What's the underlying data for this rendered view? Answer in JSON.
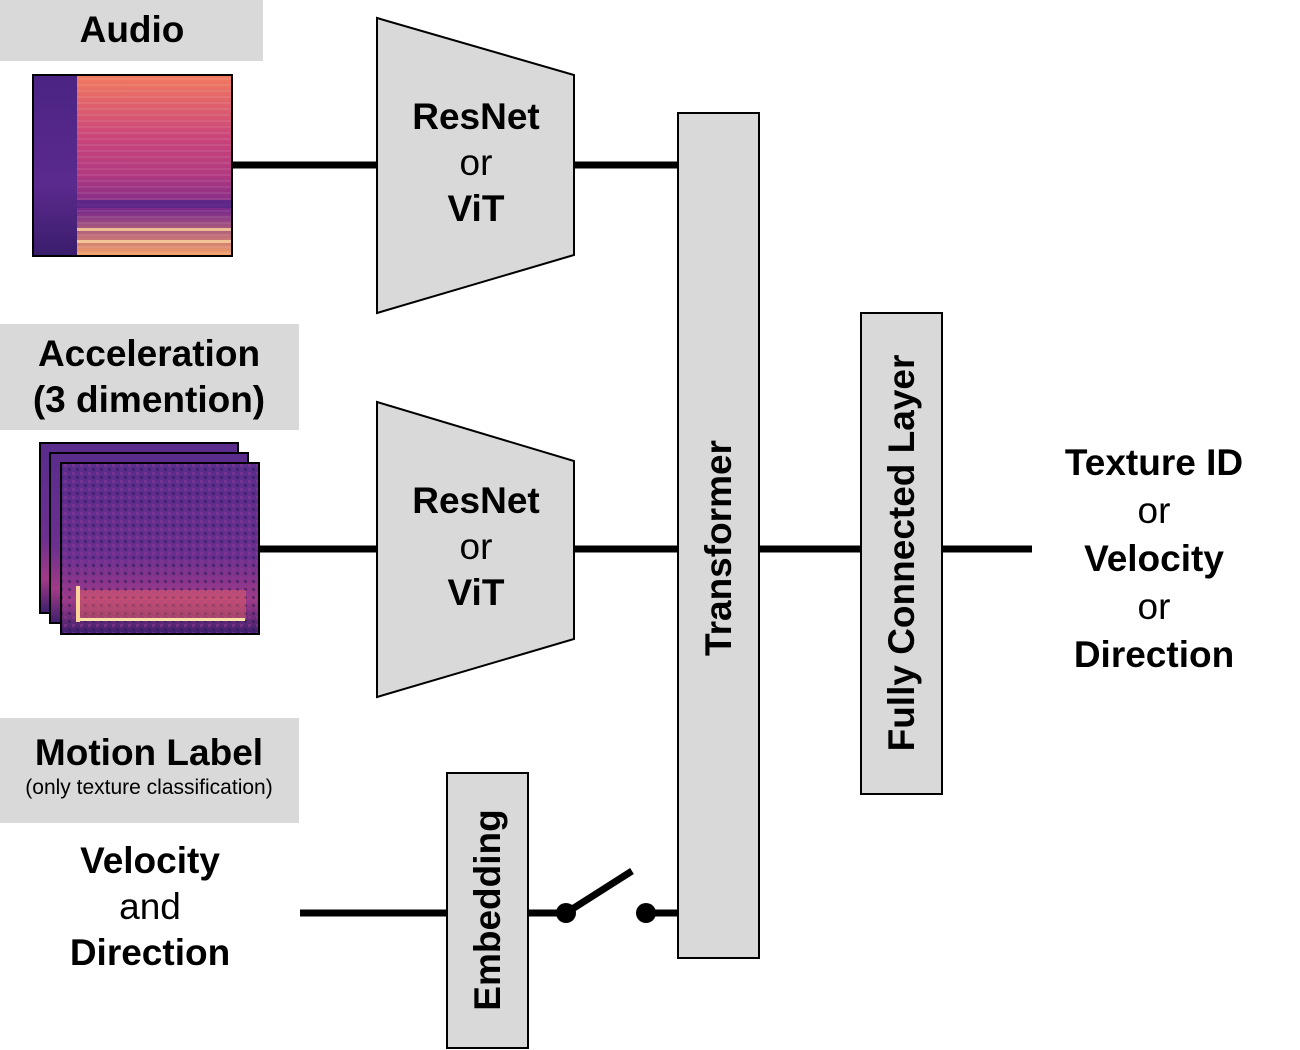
{
  "colors": {
    "box_fill": "#d9d9d9",
    "box_stroke": "#000000",
    "line": "#000000",
    "spectrogram_bg": "#3b1f6e",
    "spectrogram_hot": "#f48b5c"
  },
  "inputs": {
    "audio": {
      "label": "Audio"
    },
    "acceleration": {
      "label_line1": "Acceleration",
      "label_line2": "(3 dimention)"
    },
    "motion": {
      "label": "Motion Label",
      "sublabel": "(only texture classification)",
      "value_line1": "Velocity",
      "value_line2": "and",
      "value_line3": "Direction"
    }
  },
  "encoders": {
    "audio_encoder": {
      "line1": "ResNet",
      "line2": "or",
      "line3": "ViT"
    },
    "accel_encoder": {
      "line1": "ResNet",
      "line2": "or",
      "line3": "ViT"
    }
  },
  "embedding": {
    "label": "Embedding"
  },
  "transformer": {
    "label": "Transformer"
  },
  "fc_layer": {
    "label": "Fully Connected Layer"
  },
  "output": {
    "line1": "Texture ID",
    "line2": "or",
    "line3": "Velocity",
    "line4": "or",
    "line5": "Direction"
  }
}
